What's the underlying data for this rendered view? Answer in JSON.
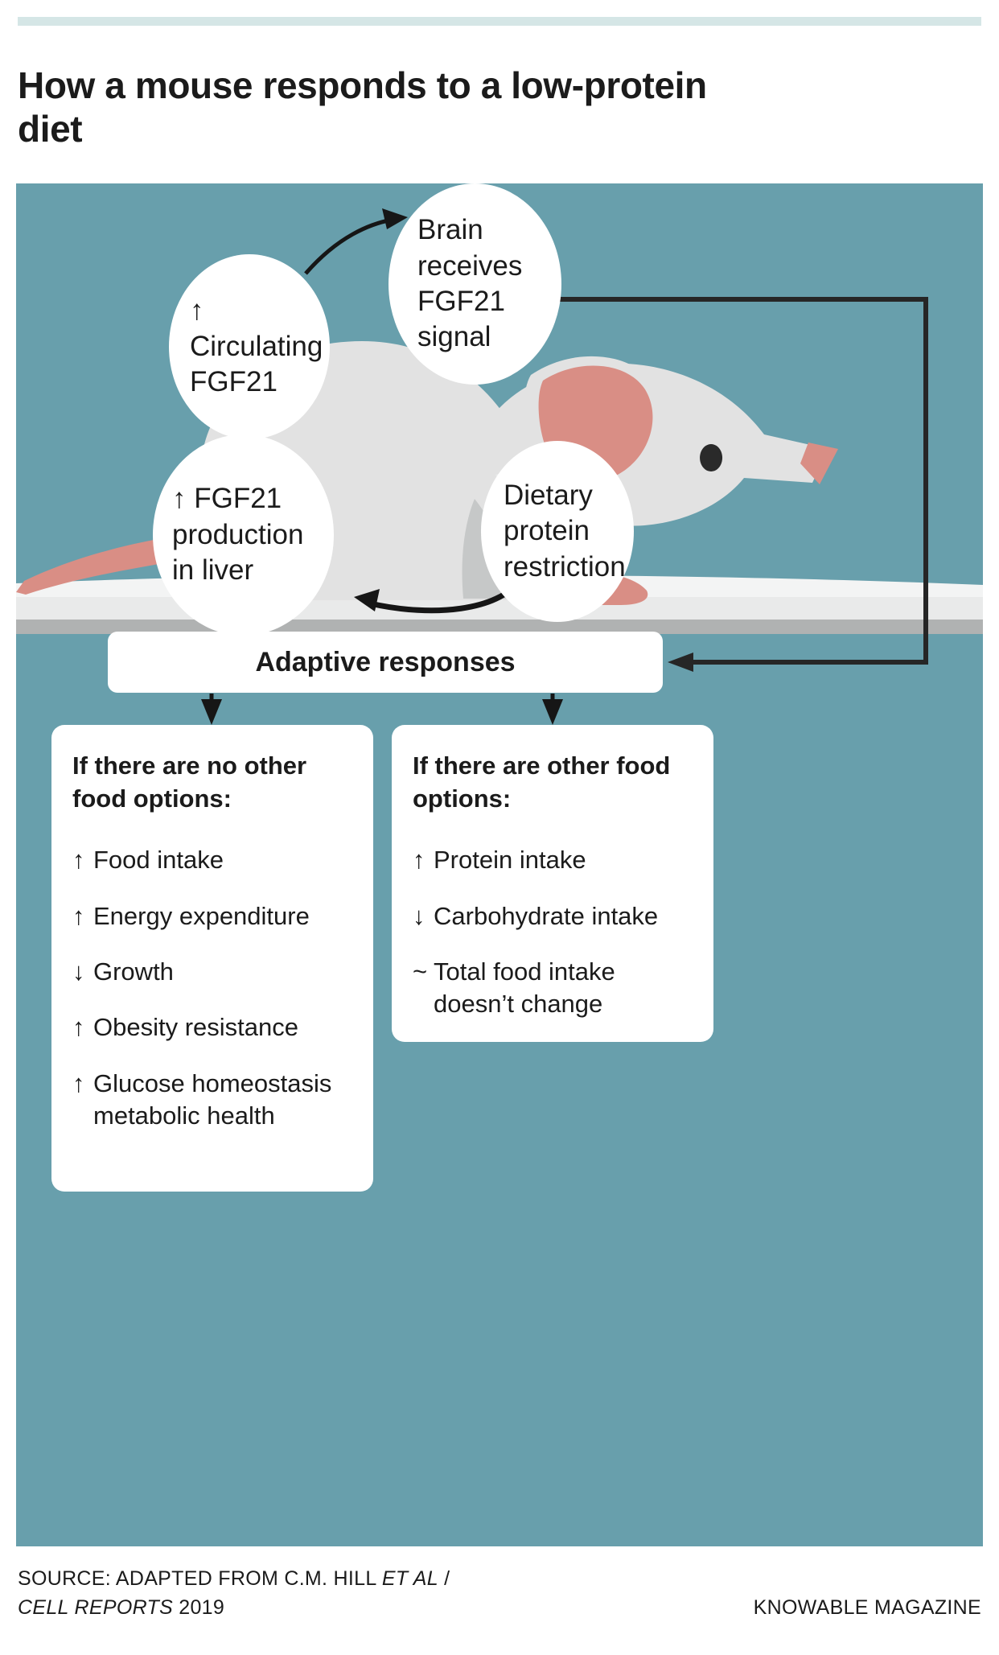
{
  "headline": "How a mouse responds to a low-protein diet",
  "colors": {
    "teal_background": "#689fac",
    "top_rule": "#d5e6e6",
    "mouse_body": "#e2e2e2",
    "mouse_ear_pink": "#d98e85",
    "card_white": "#ffffff",
    "text_dark": "#1b1b1b"
  },
  "diagram": {
    "nodes": [
      {
        "id": "brain",
        "label": "Brain receives FGF21 signal",
        "lines": [
          "Brain",
          "receives",
          "FGF21",
          "signal"
        ]
      },
      {
        "id": "circulating",
        "label": "↑ Circulating FGF21",
        "lines": [
          "↑ Circulating",
          "FGF21"
        ]
      },
      {
        "id": "production",
        "label": "↑ FGF21 production in liver",
        "lines": [
          "↑ FGF21",
          "production",
          "in liver"
        ]
      },
      {
        "id": "dietary",
        "label": "Dietary protein restriction",
        "lines": [
          "Dietary",
          "protein",
          "restriction"
        ]
      }
    ],
    "adaptive_responses_label": "Adaptive responses",
    "illustration": "white mouse sitting on a ledge, seen in profile facing right"
  },
  "panels": [
    {
      "id": "no-other-food-options",
      "title": "If there are no other food options:",
      "items": [
        {
          "symbol": "↑",
          "text": "Food intake"
        },
        {
          "symbol": "↑",
          "text": "Energy expenditure"
        },
        {
          "symbol": "↓",
          "text": "Growth"
        },
        {
          "symbol": "↑",
          "text": "Obesity resistance"
        },
        {
          "symbol": "↑",
          "text": "Glucose homeostasis metabolic health"
        }
      ]
    },
    {
      "id": "other-food-options",
      "title": "If there are other food options:",
      "items": [
        {
          "symbol": "↑",
          "text": "Protein intake"
        },
        {
          "symbol": "↓",
          "text": "Carbohydrate intake"
        },
        {
          "symbol": "~",
          "text": "Total food intake doesn’t change"
        }
      ]
    }
  ],
  "footer": {
    "source_prefix": "SOURCE: ADAPTED FROM C.M. HILL ",
    "source_italic_1": "ET AL",
    "source_mid": " /",
    "source_italic_2": "CELL REPORTS",
    "source_suffix": " 2019",
    "brand": "KNOWABLE MAGAZINE"
  }
}
